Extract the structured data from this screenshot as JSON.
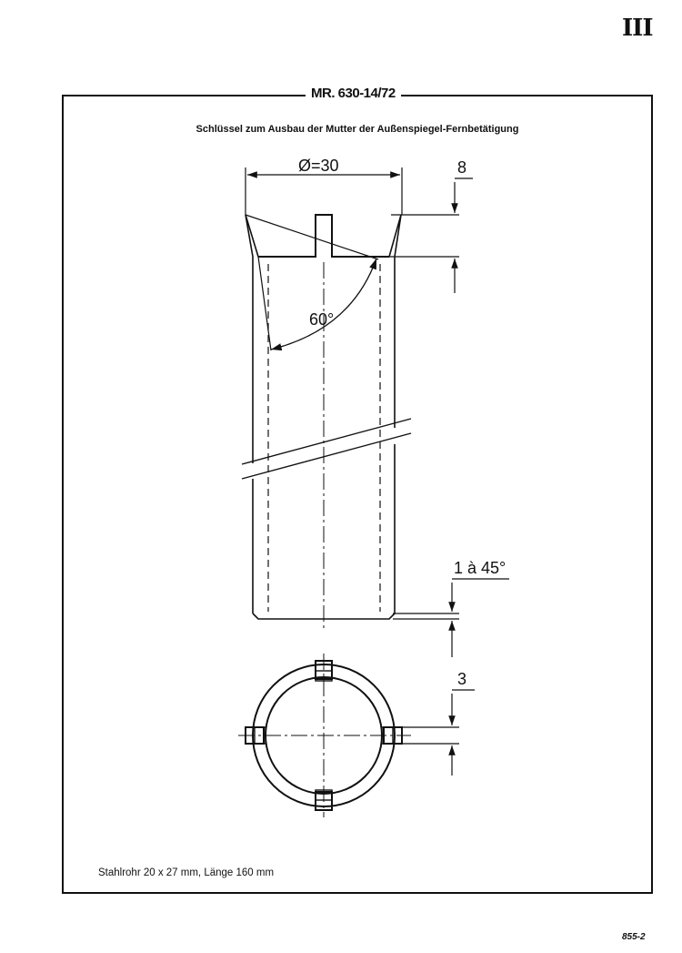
{
  "page": {
    "section_number": "III",
    "title": "MR. 630-14/72",
    "subtitle": "Schlüssel zum Ausbau der Mutter der Außenspiegel-Fernbetätigung",
    "caption": "Stahlrohr 20 x 27 mm, Länge 160 mm",
    "page_code": "855-2"
  },
  "dimensions": {
    "diameter": "Ø=30",
    "slot_depth": "8",
    "angle": "60°",
    "chamfer": "1 à 45°",
    "tooth_width": "3"
  }
}
